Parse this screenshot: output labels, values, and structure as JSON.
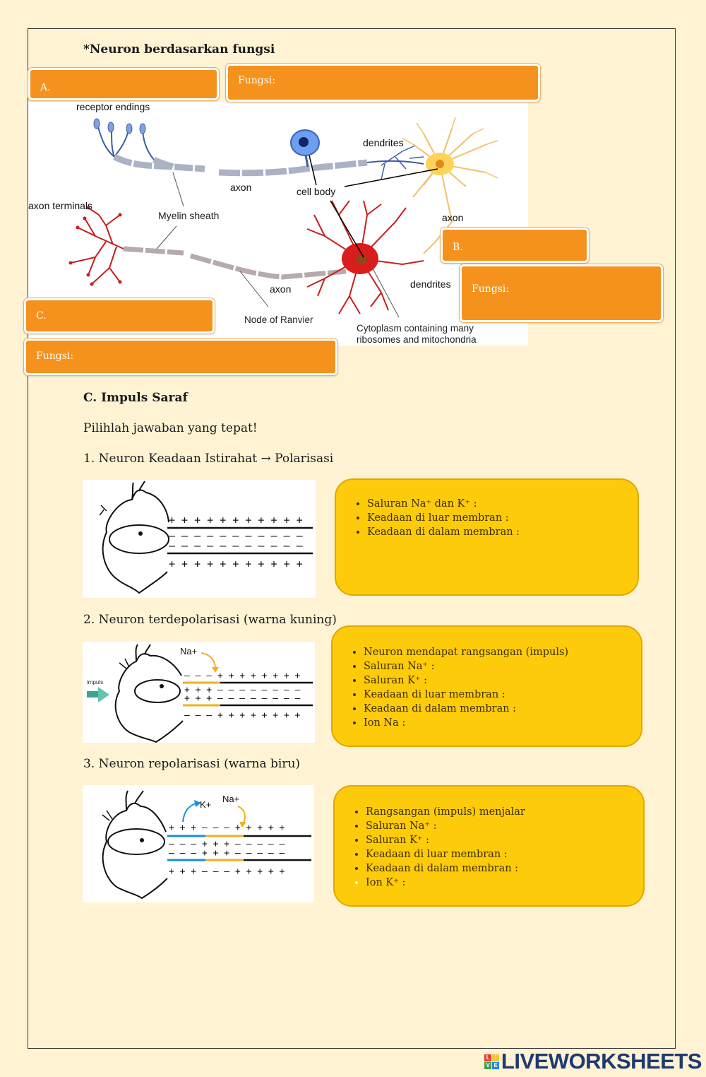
{
  "section1": {
    "title": "*Neuron berdasarkan fungsi",
    "answer_boxes": {
      "a_label": "A.",
      "a_fungsi": "Fungsi:",
      "b_label": "B.",
      "b_fungsi": "Fungsi:",
      "c_label": "C.",
      "c_fungsi": "Fungsi:"
    },
    "diagram_labels": {
      "receptor_endings": "receptor endings",
      "dendrites_top": "dendrites",
      "axon_top": "axon",
      "cell_body": "cell body",
      "axon_terminals": "axon terminals",
      "myelin_sheath": "Myelin sheath",
      "axon_right": "axon",
      "axon_bottom": "axon",
      "dendrites_bottom": "dendrites",
      "node_of_ranvier": "Node of Ranvier",
      "cytoplasm_line1": "Cytoplasm containing many",
      "cytoplasm_line2": "ribosomes and mitochondria"
    }
  },
  "section2": {
    "title": "C. Impuls Saraf",
    "instruction": "Pilihlah jawaban yang tepat!",
    "q1": {
      "title": "1. Neuron Keadaan Istirahat → Polarisasi",
      "items": [
        "Saluran Na⁺ dan K⁺ :",
        "Keadaan di luar membran :",
        "Keadaan di dalam membran :"
      ]
    },
    "q2": {
      "title": "2. Neuron terdepolarisasi (warna kuning)",
      "diagram": {
        "na_label": "Na+",
        "impuls_label": "impuls"
      },
      "items": [
        "Neuron mendapat rangsangan (impuls)",
        "Saluran Na⁺ :",
        "Saluran K⁺ :",
        "Keadaan di luar membran :",
        "Keadaan di dalam membran :",
        "Ion Na :"
      ]
    },
    "q3": {
      "title": "3. Neuron repolarisasi (warna biru)",
      "diagram": {
        "k_label": "K+",
        "na_label": "Na+"
      },
      "items": [
        "Rangsangan (impuls) menjalar",
        "Saluran Na⁺ :",
        "Saluran K⁺ :",
        "Keadaan di luar membran :",
        "Keadaan di dalam membran :",
        "Ion K⁺ :"
      ]
    }
  },
  "branding": {
    "logo_text": "LIVEWORKSHEETS",
    "logo_mark_letters": [
      "L",
      "I",
      "V",
      "E"
    ]
  },
  "colors": {
    "page_bg": "#fff3d4",
    "orange_box": "#f5921e",
    "yellow_box": "#fecb0b",
    "logo": "#1d3a73"
  }
}
